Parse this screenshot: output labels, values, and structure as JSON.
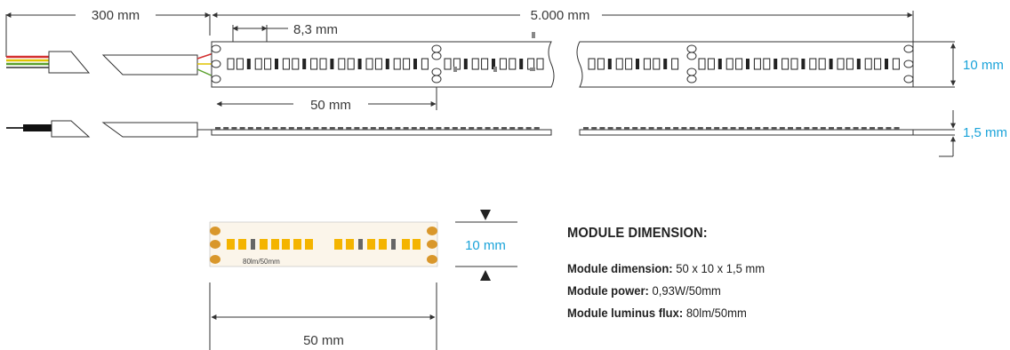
{
  "dimensions": {
    "cable_length": "300 mm",
    "strip_length": "5.000 mm",
    "led_pitch": "8,3 mm",
    "module_length": "50 mm",
    "strip_width": "10 mm",
    "strip_thickness": "1,5 mm",
    "module_width": "10 mm",
    "module_length_detail": "50 mm"
  },
  "module_label": "80lm/50mm",
  "specs": {
    "heading": "MODULE DIMENSION:",
    "rows": [
      {
        "label": "Module dimension:",
        "value": "50 x 10 x 1,5 mm"
      },
      {
        "label": "Module power:",
        "value": "0,93W/50mm"
      },
      {
        "label": "Module luminus flux:",
        "value": "80lm/50mm"
      }
    ]
  },
  "colors": {
    "line": "#333333",
    "accent_blue": "#1aa3d9",
    "led_yellow": "#f4b400",
    "pad_copper": "#d9972b",
    "strip_bg": "#fbf5ea",
    "wire_red": "#d32f2f",
    "wire_yellow": "#e0c400",
    "wire_green": "#5aa02c"
  }
}
